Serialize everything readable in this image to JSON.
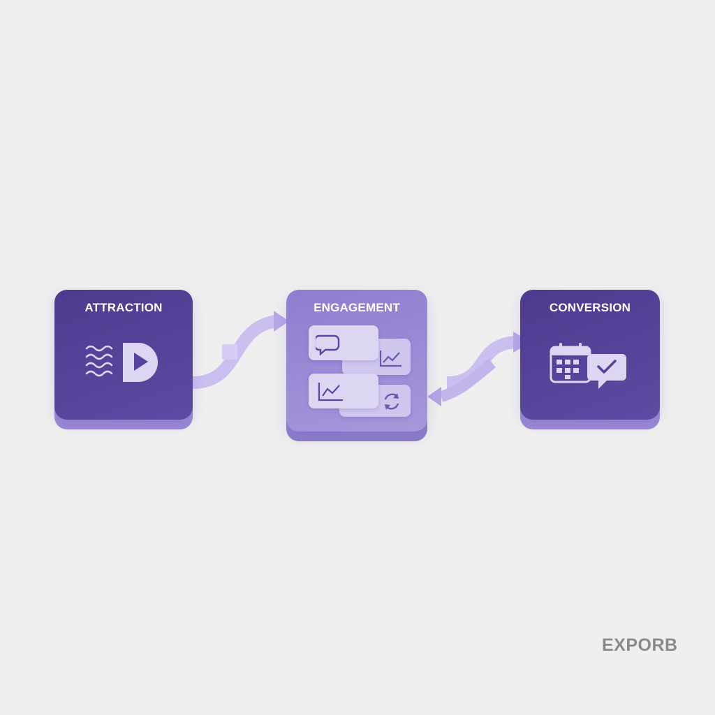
{
  "diagram": {
    "stages": [
      {
        "label": "ATTRACTION"
      },
      {
        "label": "ENGAGEMENT"
      },
      {
        "label": "CONVERSION"
      }
    ],
    "icons": {
      "attraction": [
        "waves-icon",
        "play-icon"
      ],
      "engagement": [
        "chat-bubble-icon",
        "line-chart-icon",
        "line-chart-icon",
        "refresh-icon"
      ],
      "conversion": [
        "calendar-icon",
        "chat-check-icon"
      ]
    },
    "colors": {
      "background": "#efefef",
      "dark_card": "#54409a",
      "light_card": "#9a88d4",
      "arrow": "#c8bcee",
      "icon_light": "#ddd6f3"
    }
  },
  "brand": {
    "logo_text": "EXPORB"
  }
}
